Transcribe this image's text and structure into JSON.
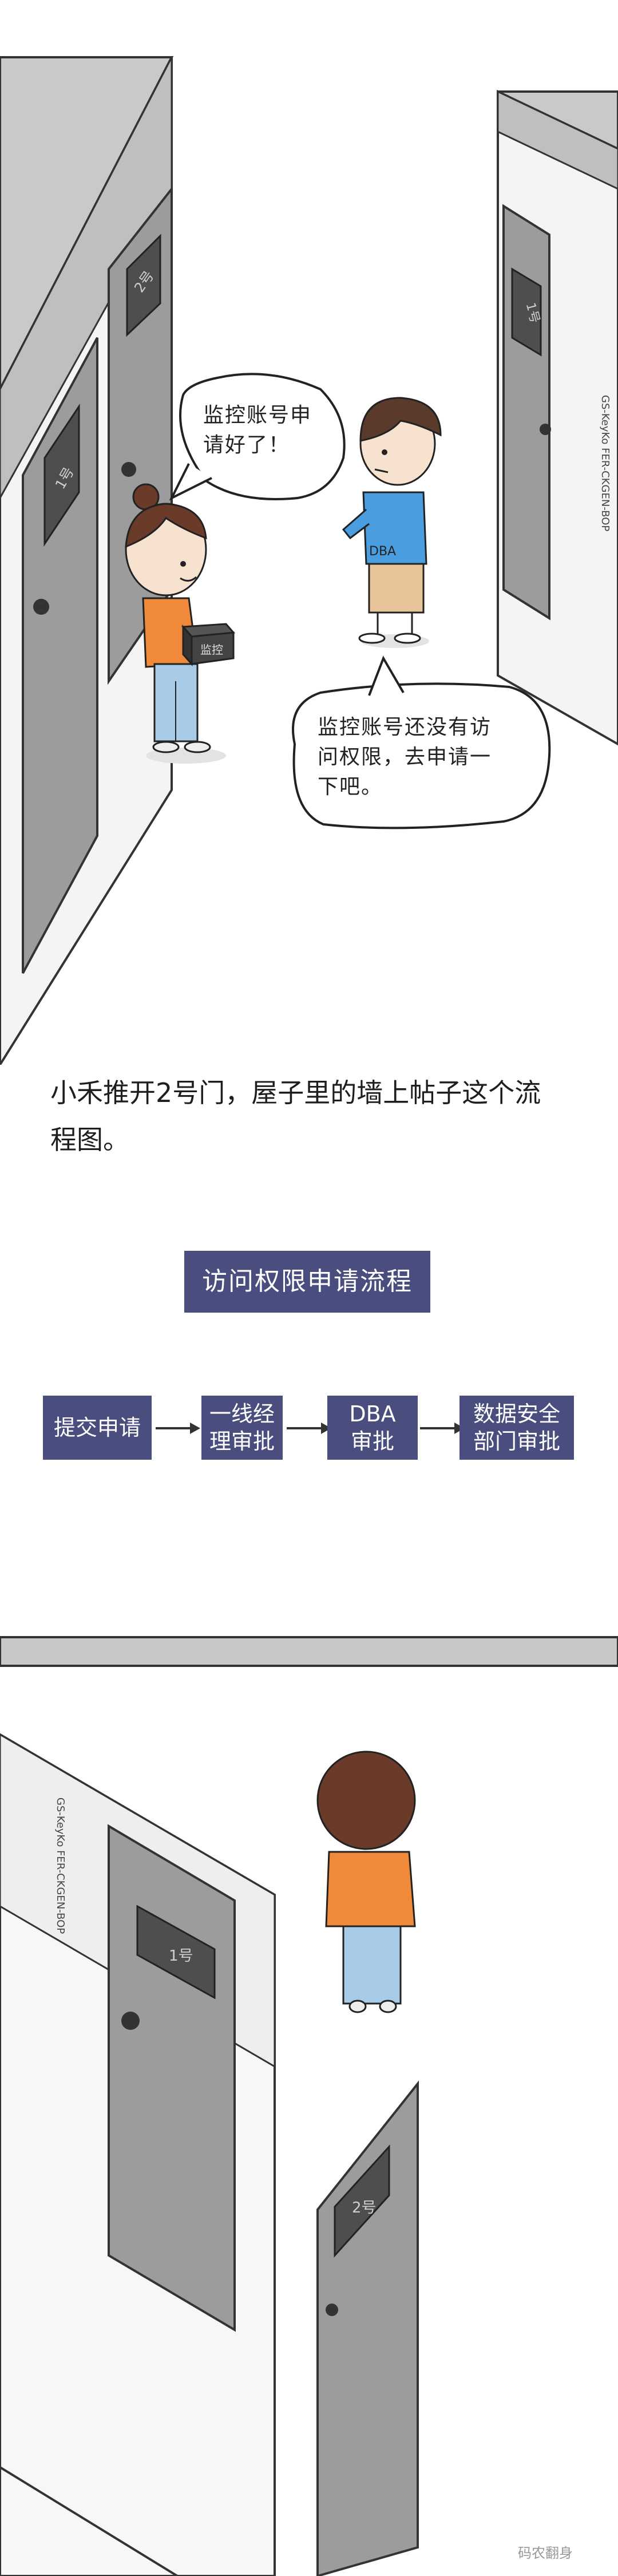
{
  "scene1": {
    "door_left_back_sign": "2号",
    "door_left_front_sign": "1号",
    "door_right_sign": "1号",
    "wall_note": "GS-KeyKo FER-CKGEN-BOP",
    "box_label": "监控",
    "shirt_label": "DBA",
    "bubble_girl": "监控账号申\n请好了！",
    "bubble_boy": "监控账号还没有访\n问权限，去申请一\n下吧。"
  },
  "narration": "小禾推开2号门，屋子里的墙上帖子这个流程图。",
  "flowchart": {
    "title": "访问权限申请流程",
    "steps": [
      "提交申请",
      "一线经\n理审批",
      "DBA\n审批",
      "数据安全\n部门审批"
    ]
  },
  "scene2": {
    "wall_note": "GS-KeyKo FER-CKGEN-BOP",
    "door1_sign": "1号",
    "door2_sign": "2号"
  },
  "watermark": "码农翻身",
  "colors": {
    "accent": "#4a4e7e",
    "shirt_orange": "#f08a3a",
    "shirt_blue": "#4a9ee0",
    "pants_blue": "#a8cbe8",
    "wall_gray": "#c8c8c8",
    "door_gray": "#9a9a9a"
  }
}
